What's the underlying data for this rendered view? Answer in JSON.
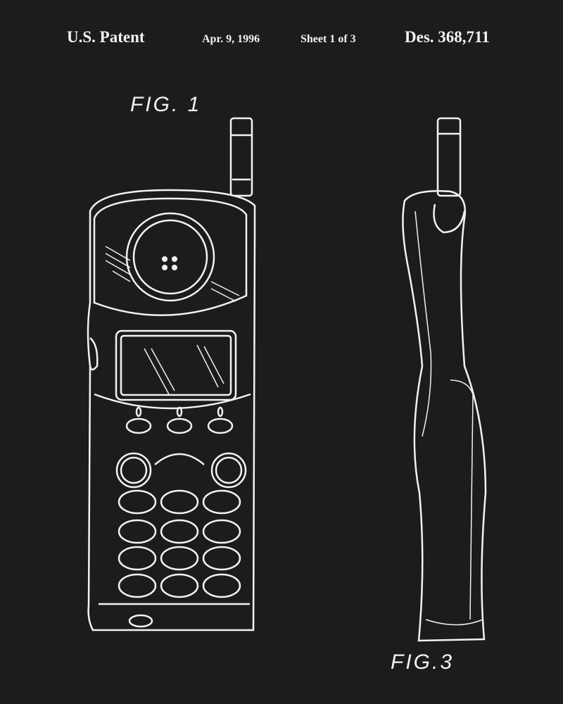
{
  "header": {
    "patent": "U.S. Patent",
    "date": "Apr. 9, 1996",
    "sheet": "Sheet 1 of 3",
    "number": "Des. 368,711"
  },
  "figures": {
    "fig1": "FIG. 1",
    "fig3": "FIG.3"
  },
  "colors": {
    "background": "#1c1c1c",
    "line": "#f2f2f2"
  }
}
